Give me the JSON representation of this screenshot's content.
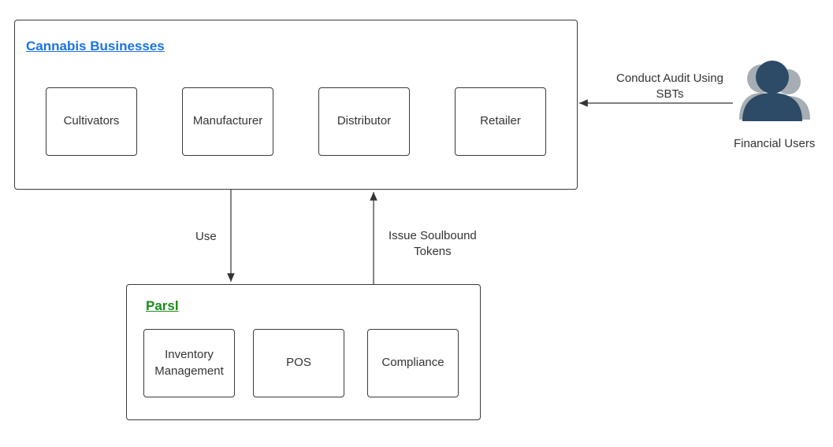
{
  "cannabis_group": {
    "title": "Cannabis Businesses",
    "title_color": "#1a73e8",
    "items": [
      "Cultivators",
      "Manufacturer",
      "Distributor",
      "Retailer"
    ]
  },
  "parsl_group": {
    "title": "Parsl",
    "title_color": "#1a8a1a",
    "items": [
      {
        "line1": "Inventory",
        "line2": "Management"
      },
      {
        "line1": "POS",
        "line2": ""
      },
      {
        "line1": "Compliance",
        "line2": ""
      }
    ]
  },
  "edges": {
    "use": "Use",
    "issue_line1": "Issue Soulbound",
    "issue_line2": "Tokens",
    "audit_line1": "Conduct Audit Using",
    "audit_line2": "SBTs"
  },
  "actor": {
    "label": "Financial Users",
    "icon": "users-icon",
    "front_color": "#2d4a66",
    "back_color": "#a6adb3"
  }
}
